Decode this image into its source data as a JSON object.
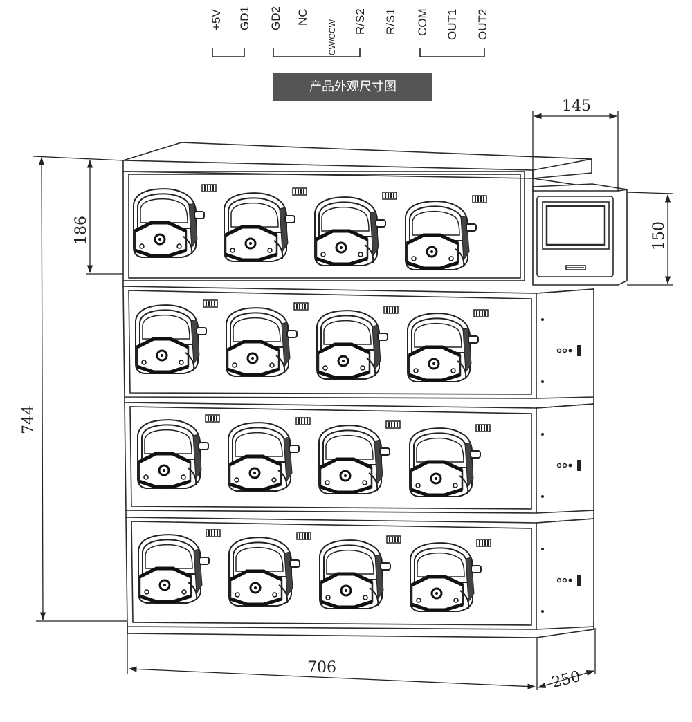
{
  "pins": [
    {
      "label": "+5V"
    },
    {
      "label": "GD1"
    },
    {
      "label": "GD2"
    },
    {
      "label": "NC"
    },
    {
      "label": "CW/CCW"
    },
    {
      "label": "R/S2"
    },
    {
      "label": "R/S1"
    },
    {
      "label": "COM"
    },
    {
      "label": "OUT1"
    },
    {
      "label": "OUT2"
    }
  ],
  "title": "产品外观尺寸图",
  "dimensions": {
    "width": "706",
    "depth": "250",
    "height_total": "744",
    "height_top": "186",
    "panel_depth": "145",
    "panel_height": "150"
  },
  "colors": {
    "line": "#2a2a2a",
    "title_bg": "#555555"
  }
}
